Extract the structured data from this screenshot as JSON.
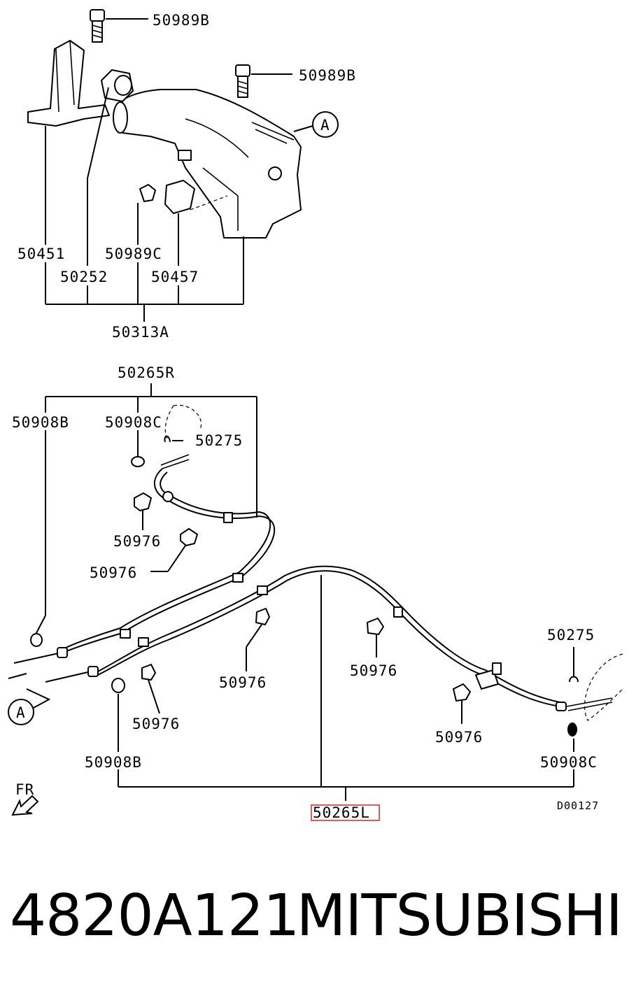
{
  "diagram": {
    "labels": {
      "bolt_top_1": "50989B",
      "bolt_top_2": "50989B",
      "ref_a_top": "A",
      "bracket": "50451",
      "plate": "50252",
      "bolt_mid": "50989C",
      "switch": "50457",
      "lever_assy": "50313A",
      "cable_r": "50265R",
      "grommet_l": "50908B",
      "grommet_c": "50908C",
      "clip_r": "50275",
      "bolt_r1": "50976",
      "bolt_r2": "50976",
      "bolt_c1": "50976",
      "bolt_c2": "50976",
      "bolt_l1": "50976",
      "bolt_l2": "50976",
      "clip_l": "50275",
      "grommet_b": "50908B",
      "grommet_c2": "50908C",
      "ref_a_bottom": "A",
      "front": "FR",
      "cable_l": "50265L",
      "drawing_no": "D00127"
    }
  },
  "footer": {
    "part_number": "4820A121",
    "brand": "MITSUBISHI"
  }
}
